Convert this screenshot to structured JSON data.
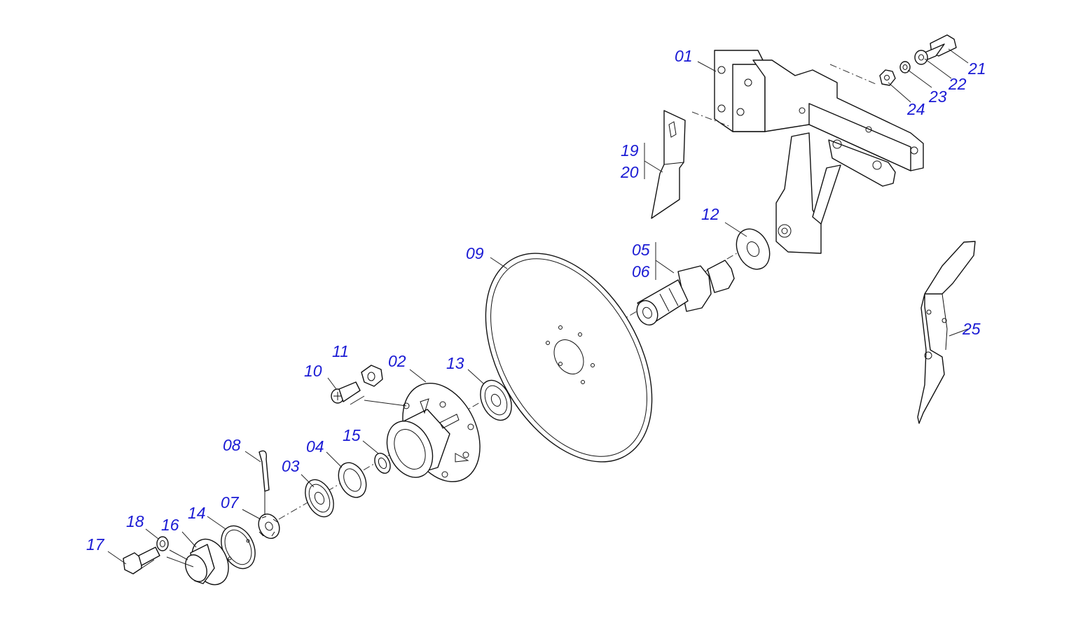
{
  "colors": {
    "label": "#1a1ad4",
    "line": "#111111",
    "background": "#ffffff"
  },
  "labels": {
    "l01": "01",
    "l02": "02",
    "l03": "03",
    "l04": "04",
    "l05": "05",
    "l06": "06",
    "l07": "07",
    "l08": "08",
    "l09": "09",
    "l10": "10",
    "l11": "11",
    "l12": "12",
    "l13": "13",
    "l14": "14",
    "l15": "15",
    "l16": "16",
    "l17": "17",
    "l18": "18",
    "l19": "19",
    "l20": "20",
    "l21": "21",
    "l22": "22",
    "l23": "23",
    "l24": "24",
    "l25": "25"
  }
}
